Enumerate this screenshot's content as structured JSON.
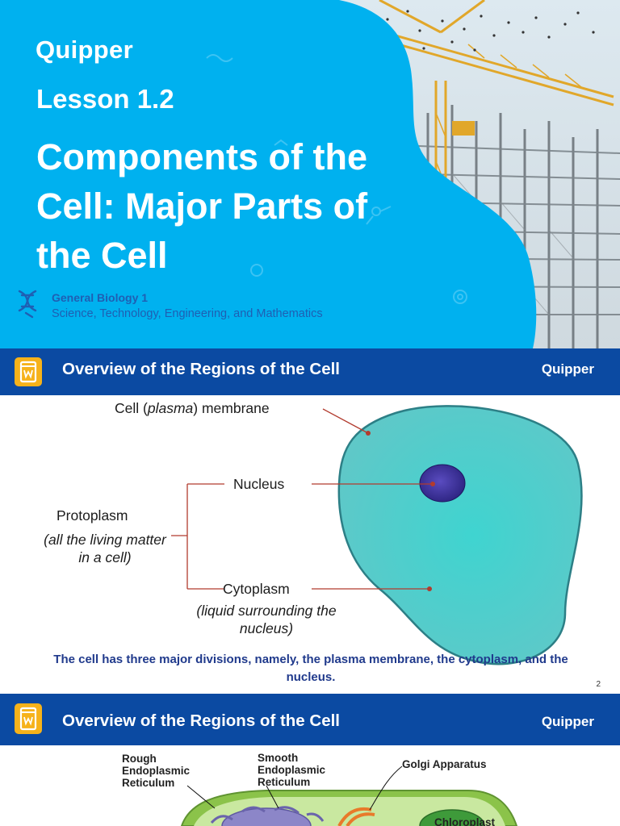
{
  "slide1": {
    "brand": "Quipper",
    "lesson": "Lesson 1.2",
    "title": "Components of the Cell: Major Parts of the Cell",
    "subject": "General Biology 1",
    "track": "Science, Technology, Engineering, and Mathematics",
    "colors": {
      "panel": "#00b1ef",
      "text": "#ffffff",
      "subject_text": "#1f5fb3"
    }
  },
  "slide2": {
    "header_title": "Overview of the Regions of the Cell",
    "header_brand": "Quipper",
    "labels": {
      "membrane_pre": "Cell (",
      "membrane_italic": "plasma",
      "membrane_post": ") membrane",
      "nucleus": "Nucleus",
      "protoplasm": "Protoplasm",
      "protoplasm_note": "(all the living matter in a cell)",
      "cytoplasm": "Cytoplasm",
      "cytoplasm_note": "(liquid surrounding the nucleus)"
    },
    "caption": "The cell has three major divisions, namely, the plasma membrane, the cytoplasm, and the nucleus.",
    "page_number": "2",
    "colors": {
      "header": "#0b4aa2",
      "cell": "#3fc9c9",
      "nucleus": "#3b2e92",
      "caption": "#203a8c",
      "pointer": "#b23b2e"
    }
  },
  "slide3": {
    "header_title": "Overview of the Regions of the Cell",
    "header_brand": "Quipper",
    "labels": {
      "rough_er": "Rough Endoplasmic Reticulum",
      "smooth_er": "Smooth Endoplasmic Reticulum",
      "golgi": "Golgi Apparatus",
      "chloroplast": "Chloroplast"
    }
  }
}
